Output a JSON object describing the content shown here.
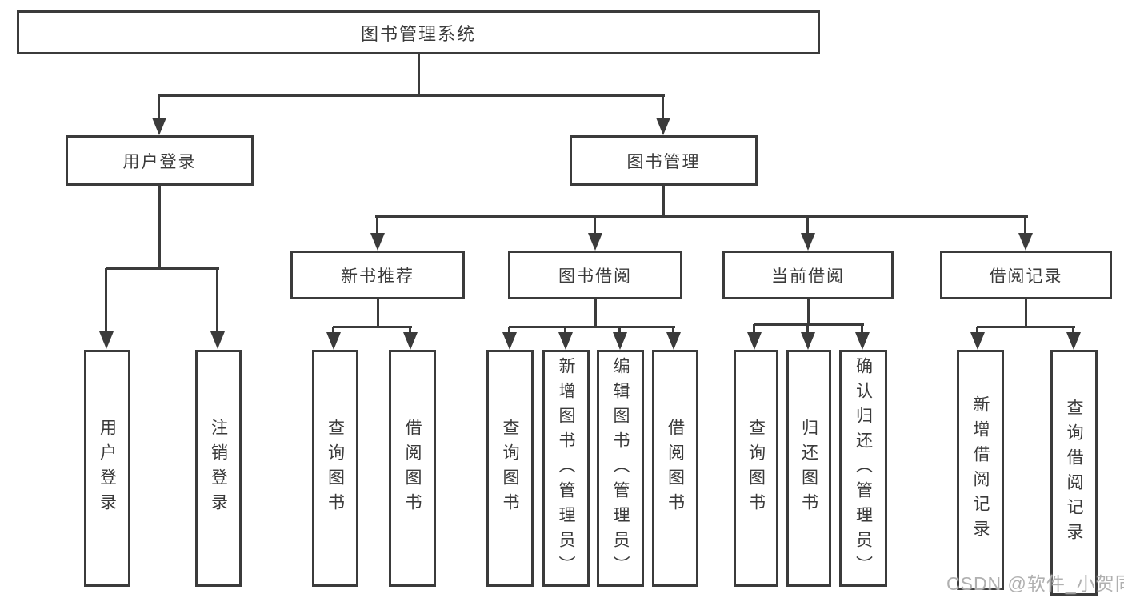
{
  "diagram": {
    "root": {
      "label": "图书管理系统"
    },
    "branches": [
      {
        "label": "用户登录",
        "children": [
          {
            "label": "用户登录"
          },
          {
            "label": "注销登录"
          }
        ]
      },
      {
        "label": "图书管理",
        "children": [
          {
            "label": "新书推荐",
            "children": [
              {
                "label": "查询图书"
              },
              {
                "label": "借阅图书"
              }
            ]
          },
          {
            "label": "图书借阅",
            "children": [
              {
                "label": "查询图书"
              },
              {
                "label": "新增图书（管理员）"
              },
              {
                "label": "编辑图书（管理员）"
              },
              {
                "label": "借阅图书"
              }
            ]
          },
          {
            "label": "当前借阅",
            "children": [
              {
                "label": "查询图书"
              },
              {
                "label": "归还图书"
              },
              {
                "label": "确认归还（管理员）"
              }
            ]
          },
          {
            "label": "借阅记录",
            "children": [
              {
                "label": "新增借阅记录"
              },
              {
                "label": "查询借阅记录"
              }
            ]
          }
        ]
      }
    ]
  },
  "watermark": {
    "text": "CSDN @软件_小贺同学"
  },
  "colors": {
    "line": "#3b3b3b",
    "text": "#3a3a3a",
    "background": "#ffffff",
    "watermark": "#b0b0b0"
  }
}
